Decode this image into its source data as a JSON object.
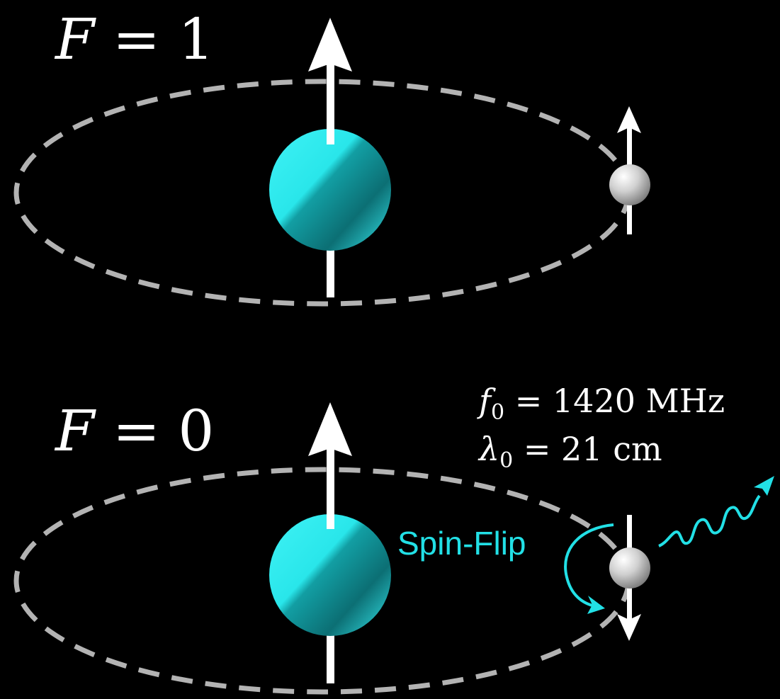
{
  "states": [
    {
      "id": "upper",
      "label_var": "F",
      "label_eq": " = ",
      "label_value": "1",
      "electron_spin": "up"
    },
    {
      "id": "lower",
      "label_var": "F",
      "label_eq": " = ",
      "label_value": "0",
      "electron_spin": "down"
    }
  ],
  "emission": {
    "frequency_symbol": "f",
    "frequency_subscript": "0",
    "frequency_value": " = 1420 MHz",
    "wavelength_symbol": "λ",
    "wavelength_subscript": "0",
    "wavelength_value": " = 21 cm"
  },
  "transition": {
    "label": "Spin-Flip"
  },
  "colors": {
    "background": "#000000",
    "proton": "#29e6ea",
    "electron": "#d9d9d9",
    "orbit": "#b3b3b3",
    "spin_arrow": "#ffffff",
    "photon": "#22e0e6"
  },
  "icons": {
    "proton": "proton-sphere-icon",
    "electron": "electron-sphere-icon",
    "photon": "photon-wave-icon",
    "flip": "curved-arrow-icon"
  }
}
